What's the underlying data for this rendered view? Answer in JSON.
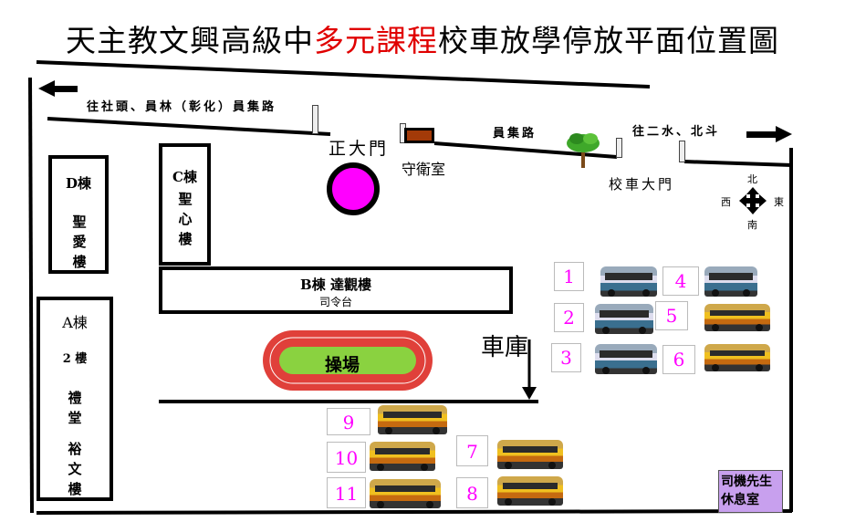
{
  "title": {
    "part1": "天主教文興高級中",
    "part2": "多元課程",
    "part3": "校車放學停放平面位置圖"
  },
  "roads": {
    "west": "往社頭、員林（彰化）員集路",
    "middle": "員集路",
    "east": "往二水、北斗"
  },
  "landmarks": {
    "main_gate": "正大門",
    "guard_room": "守衛室",
    "bus_gate": "校車大門",
    "garage": "車庫",
    "stage": "司令台",
    "field": "操場"
  },
  "compass": {
    "n": "北",
    "s": "南",
    "e": "東",
    "w": "西"
  },
  "buildings": {
    "d": {
      "name": "D棟",
      "sub": "聖愛樓"
    },
    "c": {
      "name": "C棟",
      "sub": "聖心樓"
    },
    "b": {
      "name": "B棟 達觀樓"
    },
    "a": {
      "name": "A棟",
      "floor": "2 樓",
      "sub1": "禮堂",
      "sub2": "裕文樓"
    }
  },
  "parking": [
    "1",
    "2",
    "3",
    "4",
    "5",
    "6",
    "7",
    "8",
    "9",
    "10",
    "11"
  ],
  "driver_room": {
    "line1": "司機先生",
    "line2": "休息室"
  },
  "colors": {
    "title_red": "#e00000",
    "gate_circle": "#ff00ff",
    "number": "#ff00ff",
    "driver_room": "#c8a0ee",
    "track": "#e0403a",
    "field": "#8ad240"
  }
}
